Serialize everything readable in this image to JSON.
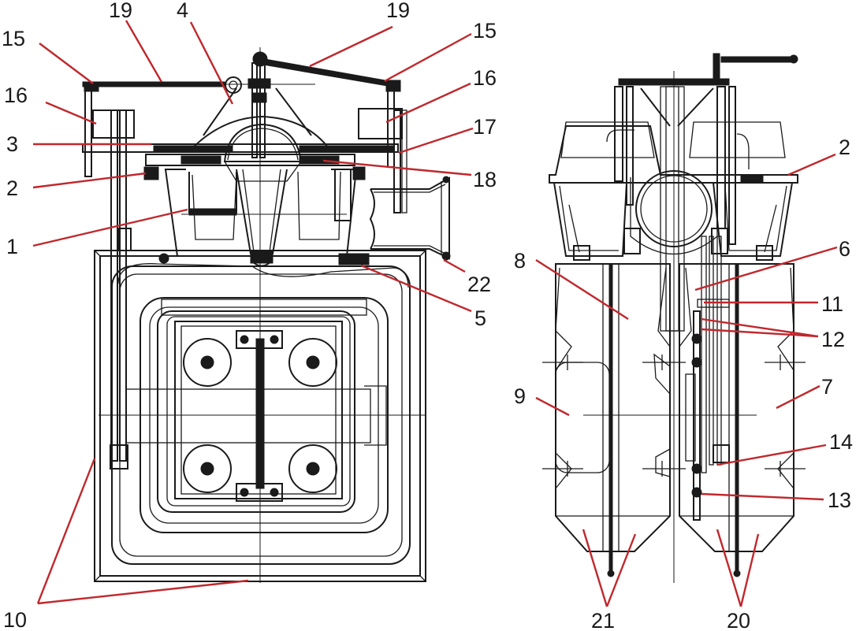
{
  "colors": {
    "leader": "#c0282d",
    "line": "#1a1a1a",
    "background": "#ffffff"
  },
  "labels": {
    "n1": "1",
    "n2": "2",
    "n3": "3",
    "n4": "4",
    "n5": "5",
    "n6": "6",
    "n7": "7",
    "n8": "8",
    "n9": "9",
    "n10": "10",
    "n11": "11",
    "n12": "12",
    "n13": "13",
    "n14": "14",
    "n15": "15",
    "n16": "16",
    "n17": "17",
    "n18": "18",
    "n19": "19",
    "n20": "20",
    "n21": "21",
    "n22": "22"
  }
}
